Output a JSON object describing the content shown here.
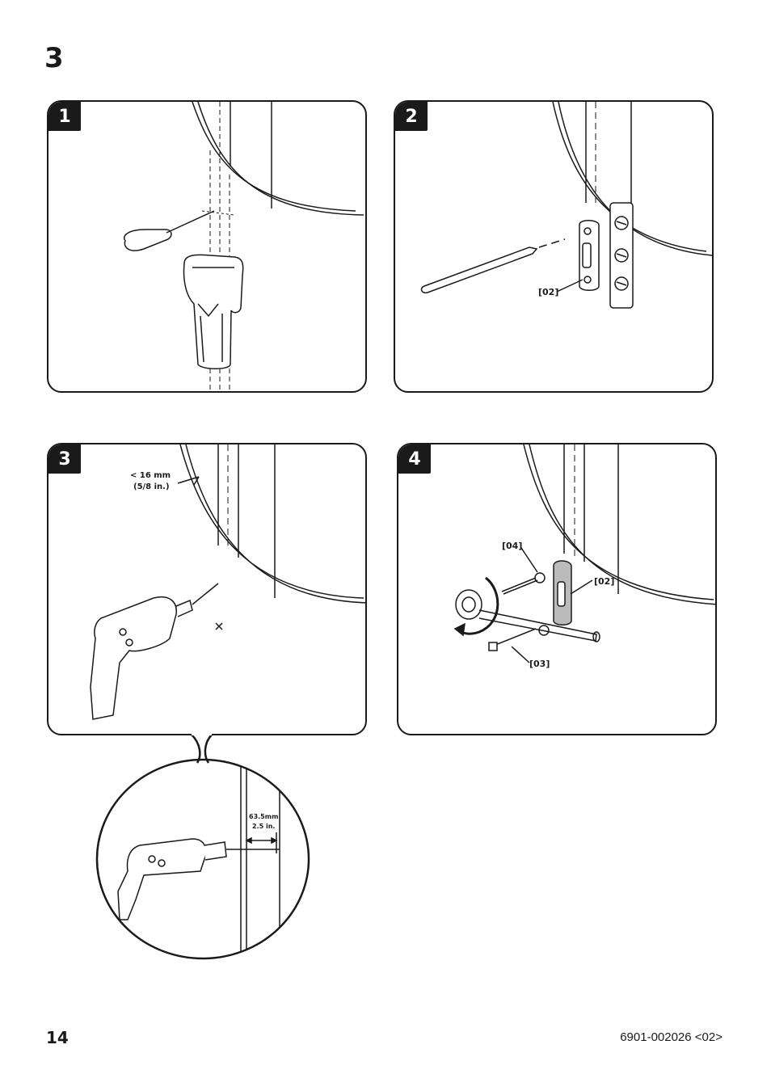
{
  "step": "3",
  "panels": [
    {
      "badge": "1"
    },
    {
      "badge": "2",
      "labels": {
        "part": "[02]"
      }
    },
    {
      "badge": "3",
      "labels": {
        "measure_mm": "< 16 mm",
        "measure_in": "(5/8 in.)"
      }
    },
    {
      "badge": "4",
      "labels": {
        "washer": "[04]",
        "bracket": "[02]",
        "screw": "[03]"
      }
    }
  ],
  "zoom": {
    "measure_mm": "63.5mm",
    "measure_in": "2.5 in."
  },
  "footer": {
    "page_number": "14",
    "doc_code": "6901-002026 <02>"
  }
}
